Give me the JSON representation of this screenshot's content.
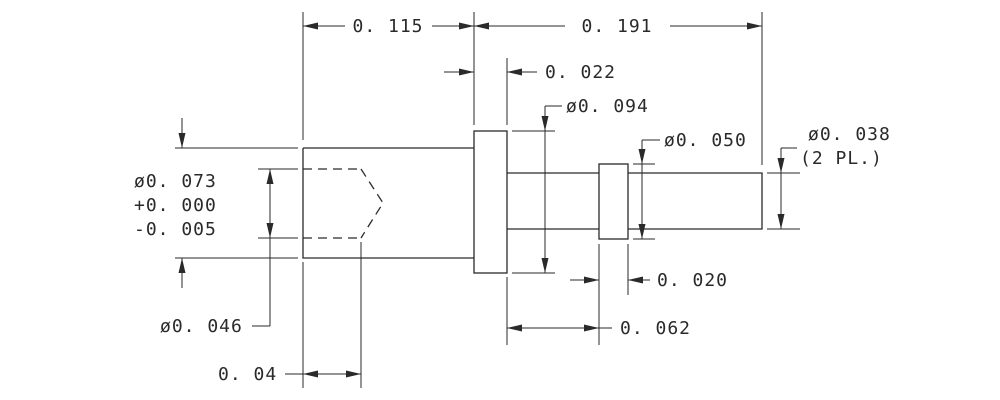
{
  "drawing": {
    "dims": {
      "overall_left": "0. 115",
      "overall_right": "0. 191",
      "flange_thickness": "0. 022",
      "flange_diameter": "ø0. 094",
      "collar_diameter": "ø0. 050",
      "pin_diameter_line1": "ø0. 038",
      "pin_diameter_line2": "(2 PL.)",
      "body_diameter_line1": "ø0. 073",
      "body_diameter_line2": "+0. 000",
      "body_diameter_line3": "-0. 005",
      "bore_diameter": "ø0. 046",
      "bore_depth": "0. 04",
      "collar_width": "0. 020",
      "collar_position": "0. 062"
    }
  }
}
